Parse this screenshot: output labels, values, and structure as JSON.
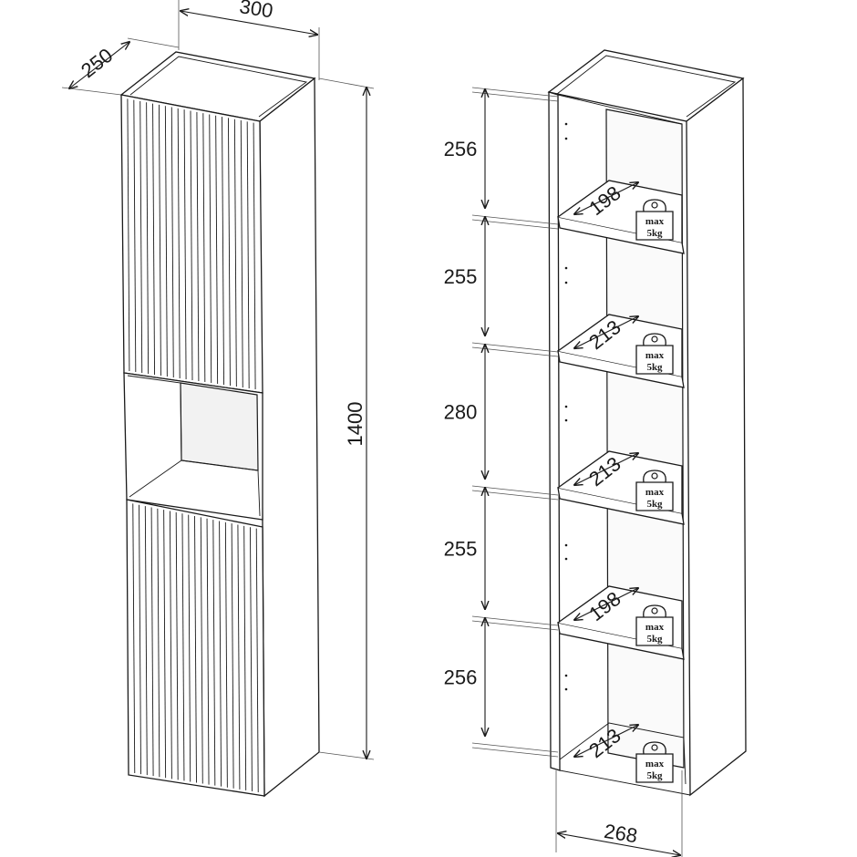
{
  "cabinet": {
    "width": "300",
    "depth": "250",
    "height": "1400"
  },
  "shelves": {
    "gaps": [
      "256",
      "255",
      "280",
      "255",
      "256"
    ],
    "depths": [
      "198",
      "213",
      "213",
      "198",
      "213"
    ],
    "inner_width": "268",
    "weight_line1": "max",
    "weight_line2": "5kg"
  }
}
